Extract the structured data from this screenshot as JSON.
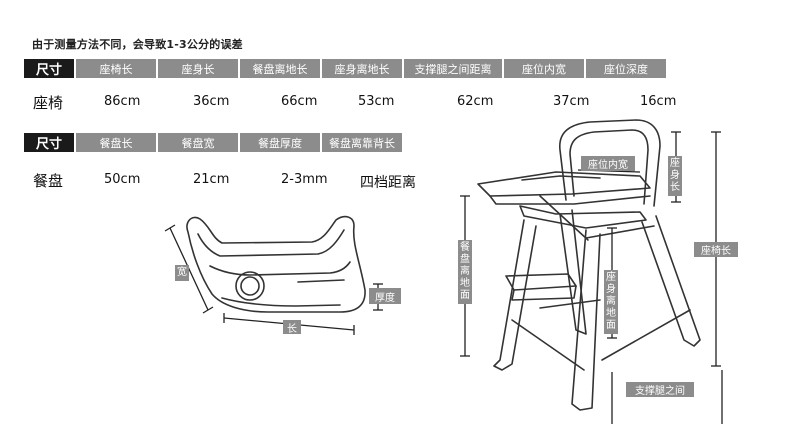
{
  "note": "由于测量方法不同，会导致1-3公分的误差",
  "chair_table": {
    "key": "尺寸",
    "headers": [
      "座椅长",
      "座身长",
      "餐盘离地长",
      "座身离地长",
      "支撑腿之间距离",
      "座位内宽",
      "座位深度"
    ],
    "label": "座椅",
    "values": [
      "86cm",
      "36cm",
      "66cm",
      "53cm",
      "62cm",
      "37cm",
      "16cm"
    ]
  },
  "tray_table": {
    "key": "尺寸",
    "headers": [
      "餐盘长",
      "餐盘宽",
      "餐盘厚度",
      "餐盘离靠背长"
    ],
    "label": "餐盘",
    "values": [
      "50cm",
      "21cm",
      "2-3mm",
      "四档距离"
    ]
  },
  "tray_diagram": {
    "width_label": "宽",
    "thickness_label": "厚度",
    "length_label": "长"
  },
  "chair_diagram": {
    "seat_inner_width": "座位内宽",
    "seat_body_length": "座身长",
    "tray_height": "餐盘离地面",
    "seat_height": "座身离地面",
    "chair_length": "座椅长",
    "leg_distance": "支撑腿之间"
  },
  "colors": {
    "header_key": "#1a1a1a",
    "header_col": "#8c8c8c",
    "line": "#333333"
  }
}
